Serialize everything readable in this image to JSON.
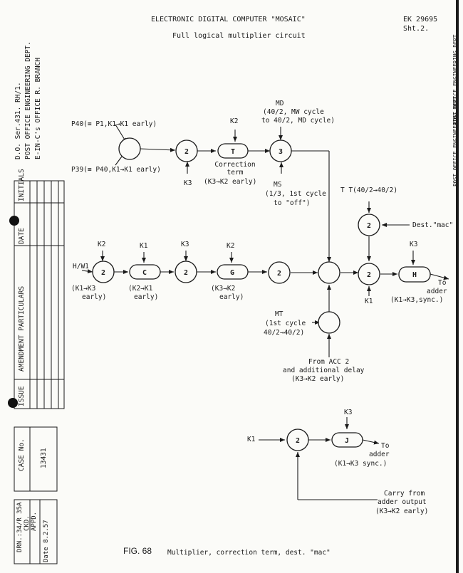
{
  "header": {
    "title": "ELECTRONIC DIGITAL COMPUTER \"MOSAIC\"",
    "subtitle": "Full logical multiplier circuit",
    "ref_number": "EK 29695",
    "sheet": "Sht.2."
  },
  "left_margin": {
    "file_ref": "D.O. Ser.431. RH/1.",
    "dept": "POST OFFICE ENGINEERING DEPT.",
    "branch": "E-IN-C's OFFICE R. BRANCH",
    "amend_headers": [
      "ISSUE",
      "AMENDMENT PARTICULARS",
      "DATE",
      "INITIALS"
    ],
    "case_label": "CASE No.",
    "case_number": "13431",
    "drawn": "DRN.:34/R 35A",
    "checked": "CKD.",
    "approved": "APPD.",
    "date": "Date 8.2.57"
  },
  "right_margin": {
    "dept_top": "POST OFFICE ENGINEERING DEPT.",
    "dept_mid": "POST OFFICE ENGINEERING DEPT."
  },
  "nodes": {
    "or_top": "",
    "n2_top": "2",
    "t": "T",
    "n3": "3",
    "n2_a": "2",
    "c": "C",
    "n2_b": "2",
    "g": "G",
    "n2_c": "2",
    "or_mid": "",
    "or_mt": "",
    "n2_d": "2",
    "n2_dest": "2",
    "h": "H",
    "n2_j": "2",
    "j": "J"
  },
  "labels": {
    "p40": "P40(≡ P1,K1→K1 early)",
    "p39": "P39(≡ P40,K1→K1 early)",
    "k2_t": "K2",
    "k3_2top": "K3",
    "correction_1": "Correction",
    "correction_2": "term",
    "correction_3": "(K3→K2 early)",
    "md_1": "MD",
    "md_2": "(40/2, MW cycle",
    "md_3": "to 40/2, MD cycle)",
    "ms_1": "MS",
    "ms_2": "(1/3, 1st cycle",
    "ms_3": "to \"off\")",
    "tt": "T T(40/2→40/2)",
    "dest": "Dest.\"mac\"",
    "k3_h": "K3",
    "k1_d": "K1",
    "to_adder_h": "To",
    "adder_h": "adder",
    "k1k3_sync_h": "(K1→K3,sync.)",
    "hw1": "H/W1",
    "k2_a": "K2",
    "k1k3_early_1": "(K1→K3",
    "k1k3_early_2": "early)",
    "k1_c": "K1",
    "k2k1_1": "(K2→K1",
    "k2k1_2": "early)",
    "k3_b": "K3",
    "k2_g": "K2",
    "k3k2_g_1": "(K3→K2",
    "k3k2_g_2": "early)",
    "mt_1": "MT",
    "mt_2": "(1st cycle",
    "mt_3": "40/2→40/2)",
    "acc2_1": "From ACC 2",
    "acc2_2": "and additional delay",
    "acc2_3": "(K3→K2 early)",
    "k3_j": "K3",
    "k1_j": "K1",
    "to_j": "To",
    "adder_j": "adder",
    "sync_j": "(K1→K3 sync.)",
    "carry_1": "Carry from",
    "carry_2": "adder output",
    "carry_3": "(K3→K2 early)"
  },
  "caption": {
    "fig": "FIG. 68",
    "text": "Multiplier, correction term, dest. \"mac\""
  }
}
